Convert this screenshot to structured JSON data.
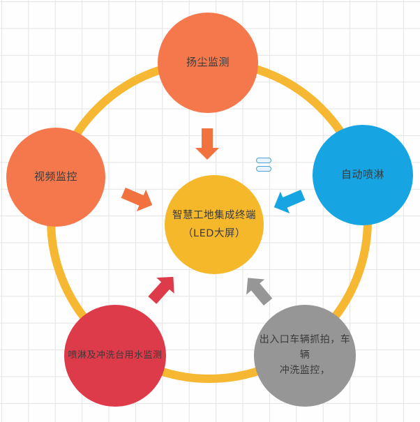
{
  "page": {
    "background_color": "#fefefe",
    "grid_color": "#e3e3e3"
  },
  "diagram": {
    "ring": {
      "color": "#f6b832",
      "description": "connector-ring"
    },
    "center_node": {
      "line1": "智慧工地集成终端",
      "line2": "（LED大屏）",
      "color": "#f6b82b"
    },
    "nodes": {
      "top": {
        "label": "扬尘监测",
        "color": "#f5784c"
      },
      "left": {
        "label": "视频监控",
        "color": "#f5784c"
      },
      "right": {
        "label": "自动喷淋",
        "color": "#16a5e2"
      },
      "bottom_left": {
        "label": "喷淋及冲洗台用水监测",
        "color": "#de3b4a"
      },
      "bottom_right": {
        "line1": "出入口车辆抓拍，车辆",
        "line2": "冲洗监控，",
        "color": "#969696"
      }
    },
    "arrows": {
      "top": {
        "color": "#f1713f"
      },
      "left": {
        "color": "#f1713f"
      },
      "right": {
        "color": "#16a5e2"
      },
      "bottom_left": {
        "color": "#de3b4a"
      },
      "bottom_right": {
        "color": "#969696"
      }
    },
    "equals_icon": {
      "color": "#4da0d8"
    }
  }
}
